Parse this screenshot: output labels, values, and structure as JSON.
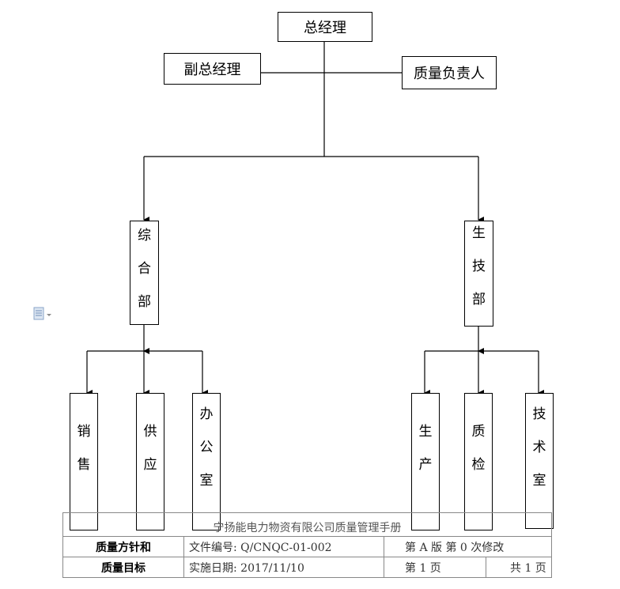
{
  "org_chart": {
    "top": "总经理",
    "deputy": "副总经理",
    "quality_owner": "质量负责人",
    "dept_left": "综合部",
    "dept_right": "生技部",
    "left_units": [
      "销售",
      "供应",
      "办公室"
    ],
    "right_units": [
      "生产",
      "质检",
      "技术室"
    ]
  },
  "doc_icon": "document-icon",
  "footer": {
    "title": "宁扬能电力物资有限公司质量管理手册",
    "section_line1": "质量方针和",
    "section_line2": "质量目标",
    "file_no": "文件编号: Q/CNQC-01-002",
    "version": "第 A 版   第 0 次修改",
    "effective_date": "实施日期: 2017/11/10",
    "page": "第 1 页",
    "total": "共 1 页"
  }
}
